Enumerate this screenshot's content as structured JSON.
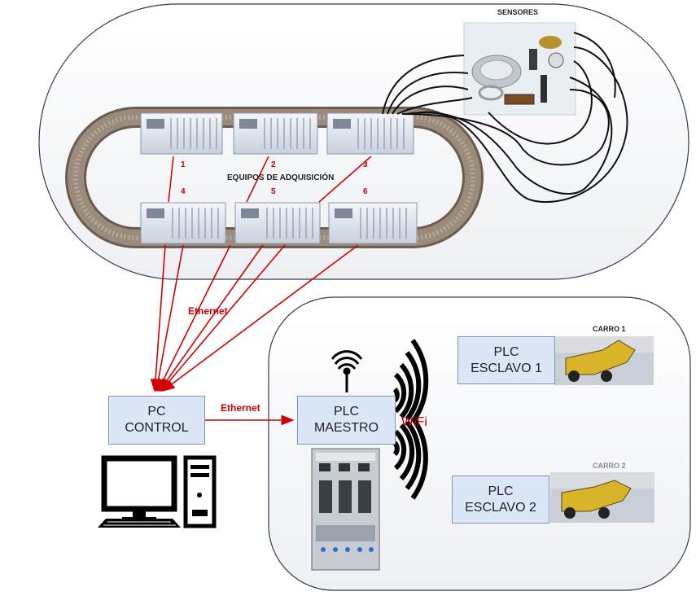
{
  "labels": {
    "sensores": "SENSORES",
    "equipos": "EQUIPOS DE ADQUISICIÓN",
    "ethernet_1": "Ethernet",
    "ethernet_2": "Ethernet",
    "wifi": "WiFi",
    "carro_1": "CARRO 1",
    "carro_2": "CARRO 2"
  },
  "units": [
    {
      "number": "1"
    },
    {
      "number": "2"
    },
    {
      "number": "3"
    },
    {
      "number": "4"
    },
    {
      "number": "5"
    },
    {
      "number": "6"
    }
  ],
  "boxes": {
    "pc_control": {
      "line1": "PC",
      "line2": "CONTROL"
    },
    "plc_maestro": {
      "line1": "PLC",
      "line2": "MAESTRO"
    },
    "plc_esclavo_1": {
      "line1": "PLC",
      "line2": "ESCLAVO 1"
    },
    "plc_esclavo_2": {
      "line1": "PLC",
      "line2": "ESCLAVO 2"
    }
  },
  "colors": {
    "link_red": "#d00000",
    "box_fill": "#dbe7f7",
    "region_border": "#2f3b52",
    "track": "#8a7a6a"
  }
}
